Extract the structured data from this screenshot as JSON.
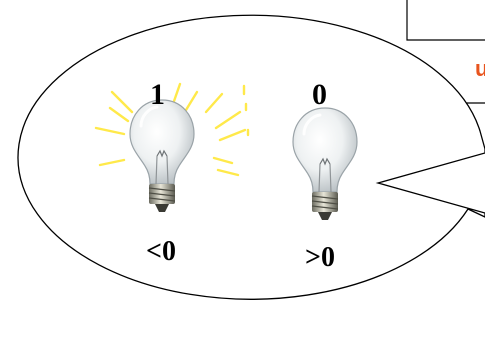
{
  "diagram": {
    "bulb_on": {
      "value": "1",
      "condition": "<0",
      "state": "lit",
      "glow_color": "#ffe94a"
    },
    "bulb_off": {
      "value": "0",
      "condition": ">0",
      "state": "unlit"
    },
    "edge_text": "u",
    "colors": {
      "outline": "#000000",
      "edge_text": "#e8541e",
      "background": "#ffffff"
    }
  }
}
